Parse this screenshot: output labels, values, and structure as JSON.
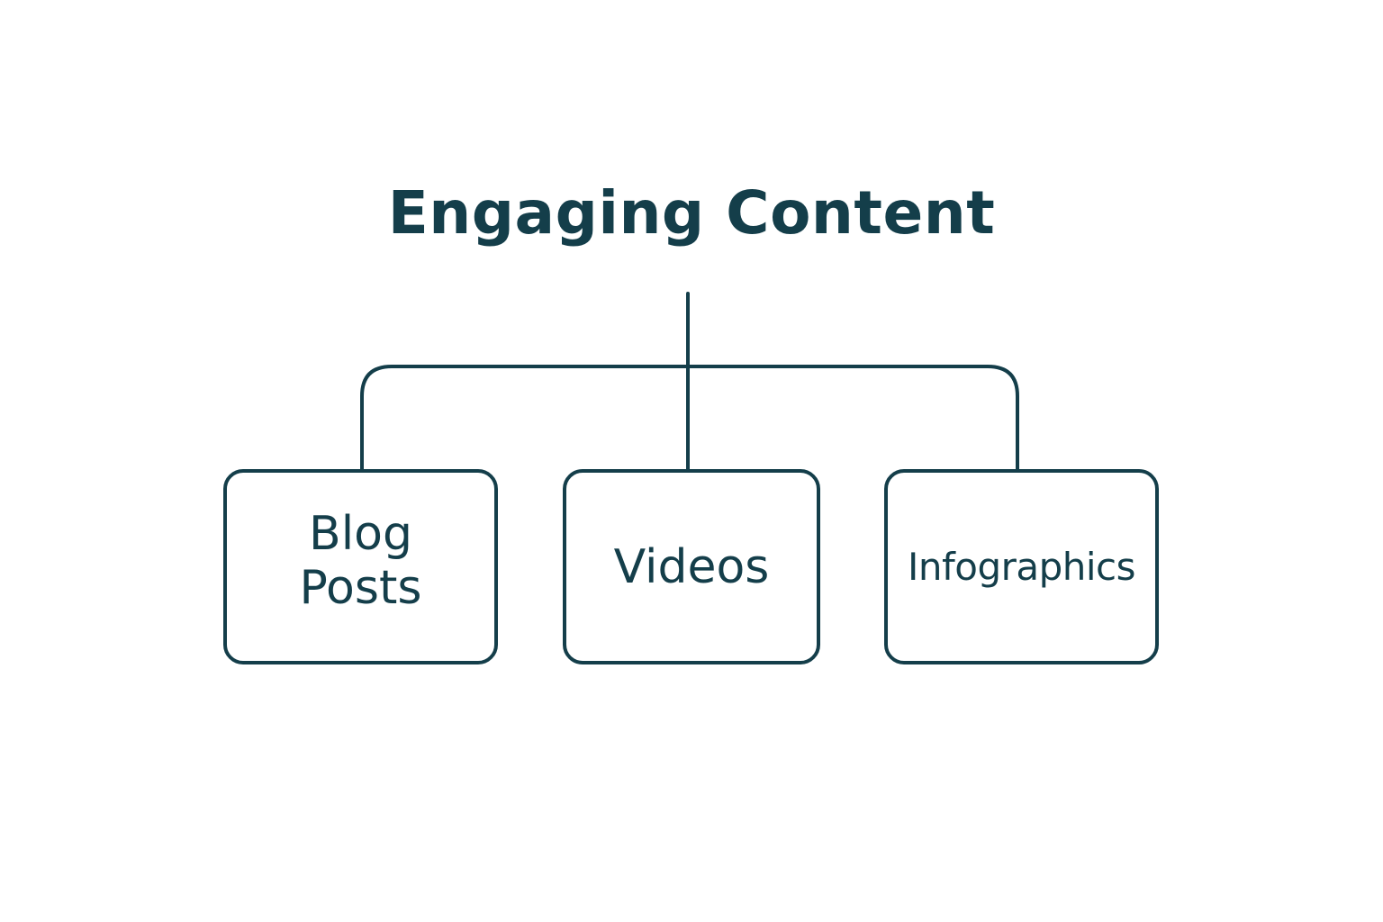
{
  "colors": {
    "primary": "#143e4a",
    "background": "#ffffff"
  },
  "title": "Engaging Content",
  "nodes": {
    "blog": "Blog\nPosts",
    "videos": "Videos",
    "infographics": "Infographics"
  }
}
